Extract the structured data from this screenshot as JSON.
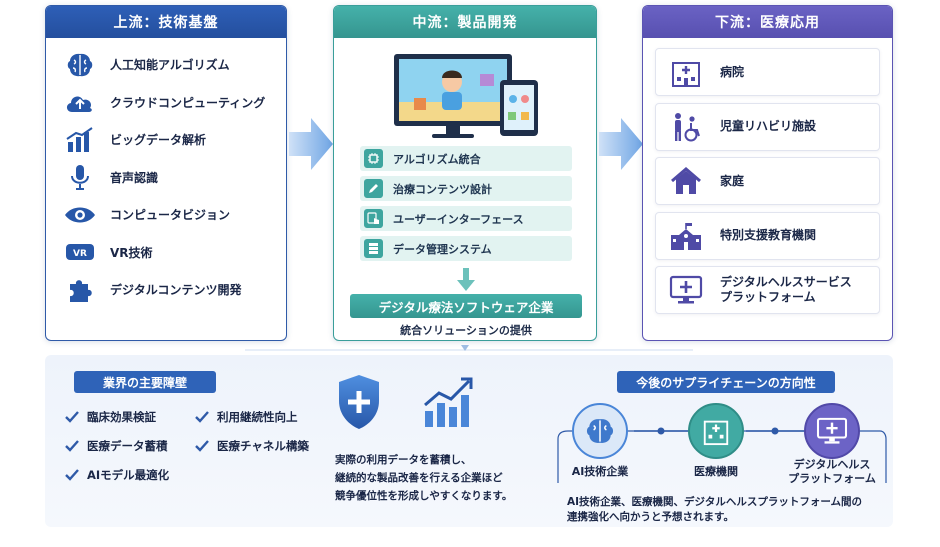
{
  "upstream": {
    "title": "上流：技術基盤",
    "items": [
      {
        "label": "人工知能アルゴリズム",
        "icon": "brain-icon"
      },
      {
        "label": "クラウドコンピューティング",
        "icon": "cloud-upload-icon"
      },
      {
        "label": "ビッグデータ解析",
        "icon": "bar-chart-icon"
      },
      {
        "label": "音声認識",
        "icon": "microphone-icon"
      },
      {
        "label": "コンピュータビジョン",
        "icon": "eye-icon"
      },
      {
        "label": "VR技術",
        "icon": "vr-headset-icon"
      },
      {
        "label": "デジタルコンテンツ開発",
        "icon": "puzzle-icon"
      }
    ],
    "color": "#2f5aa8"
  },
  "midstream": {
    "title": "中流：製品開発",
    "items": [
      {
        "label": "アルゴリズム統合",
        "icon": "chip-icon"
      },
      {
        "label": "治療コンテンツ設計",
        "icon": "pencil-icon"
      },
      {
        "label": "ユーザーインターフェース",
        "icon": "touch-icon"
      },
      {
        "label": "データ管理システム",
        "icon": "database-icon"
      }
    ],
    "result": "デジタル療法ソフトウェア企業",
    "subtitle": "統合ソリューションの提供",
    "color": "#3a9e9a"
  },
  "downstream": {
    "title": "下流：医療応用",
    "items": [
      {
        "label": "病院",
        "icon": "hospital-icon"
      },
      {
        "label": "児童リハビリ施設",
        "icon": "wheelchair-icon"
      },
      {
        "label": "家庭",
        "icon": "home-icon"
      },
      {
        "label": "特別支援教育機関",
        "icon": "school-icon"
      },
      {
        "label": "デジタルヘルスサービス\nプラットフォーム",
        "icon": "monitor-plus-icon"
      }
    ],
    "color": "#5b54b3"
  },
  "barriers": {
    "title": "業界の主要障壁",
    "items": [
      "臨床効果検証",
      "利用継続性向上",
      "医療データ蓄積",
      "医療チャネル構築",
      "AIモデル最適化"
    ]
  },
  "insight": {
    "text_lines": [
      "実際の利用データを蓄積し、",
      "継続的な製品改善を行える企業ほど",
      "競争優位性を形成しやすくなります。"
    ]
  },
  "future": {
    "title": "今後のサプライチェーンの方向性",
    "nodes": [
      {
        "label": "AI技術企業",
        "icon": "brain-icon"
      },
      {
        "label": "医療機関",
        "icon": "hospital-icon"
      },
      {
        "label": "デジタルヘルス\nプラットフォーム",
        "icon": "monitor-plus-icon"
      }
    ],
    "text_lines": [
      "AI技術企業、医療機関、デジタルヘルスプラットフォーム間の",
      "連携強化へ向かうと予想されます。"
    ]
  }
}
